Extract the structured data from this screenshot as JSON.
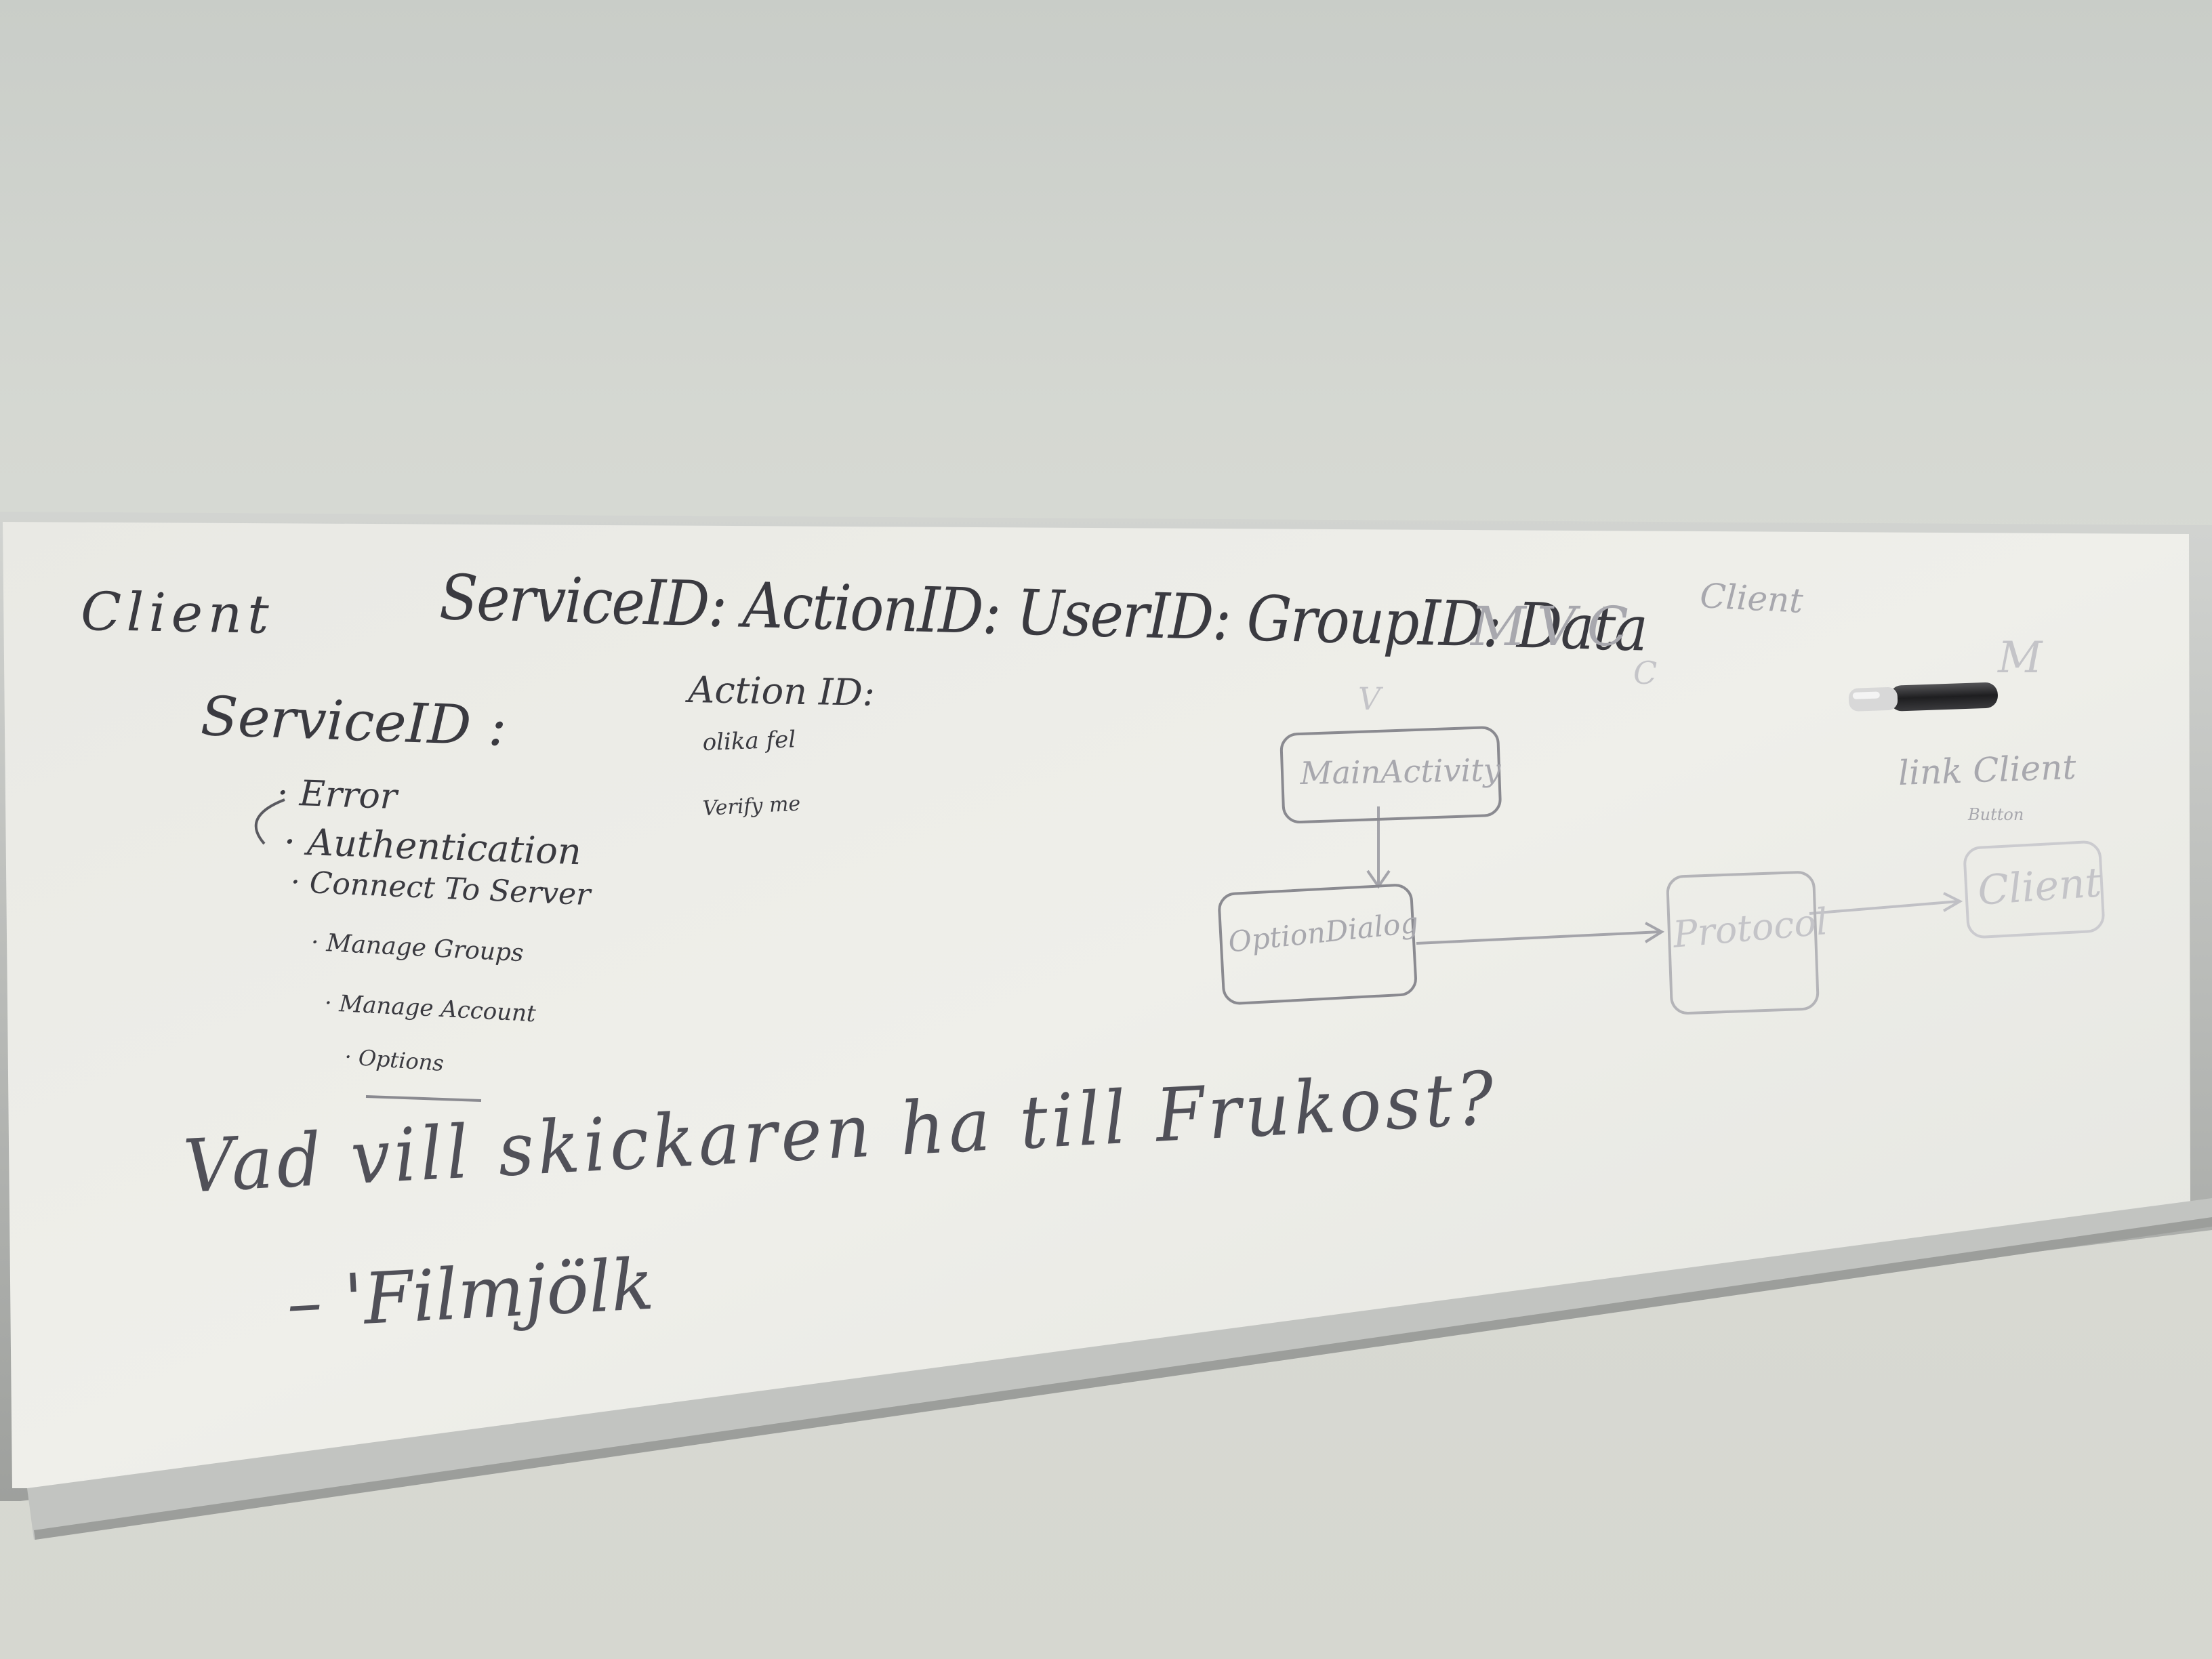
{
  "whiteboard": {
    "header_left": "Client",
    "header_format": "ServiceID: ActionID: UserID: GroupID: Data",
    "service_id": {
      "title": "ServiceID :",
      "items": [
        "· Error",
        "· Authentication",
        "· Connect To Server",
        "· Manage Groups",
        "· Manage Account",
        "· Options"
      ]
    },
    "action_id": {
      "title": "Action ID:",
      "items": [
        "olika fel",
        "Verify me"
      ]
    },
    "mvc": {
      "title": "MVC",
      "client": "Client",
      "letter_c": "C",
      "letter_v": "V",
      "letter_m": "M",
      "link_label": "link Client",
      "link_sublabel": "Button",
      "boxes": {
        "main_activity": "MainActivity",
        "option_dialog": "OptionDialog",
        "protocol": "Protocol",
        "client": "Client"
      }
    },
    "question": "Vad vill skickaren ha till Frukost?",
    "answer": "– 'Filmjölk"
  },
  "colors": {
    "wall": "#d3d5cf",
    "board": "#ebebe6",
    "frame": "#b7b9b6",
    "ink": "#3a3a40",
    "faint_ink": "#a8a8ae",
    "marker_body": "#2b2b2e",
    "marker_cap": "#cfcfcf"
  },
  "icons": {
    "marker": "whiteboard-marker-icon"
  }
}
